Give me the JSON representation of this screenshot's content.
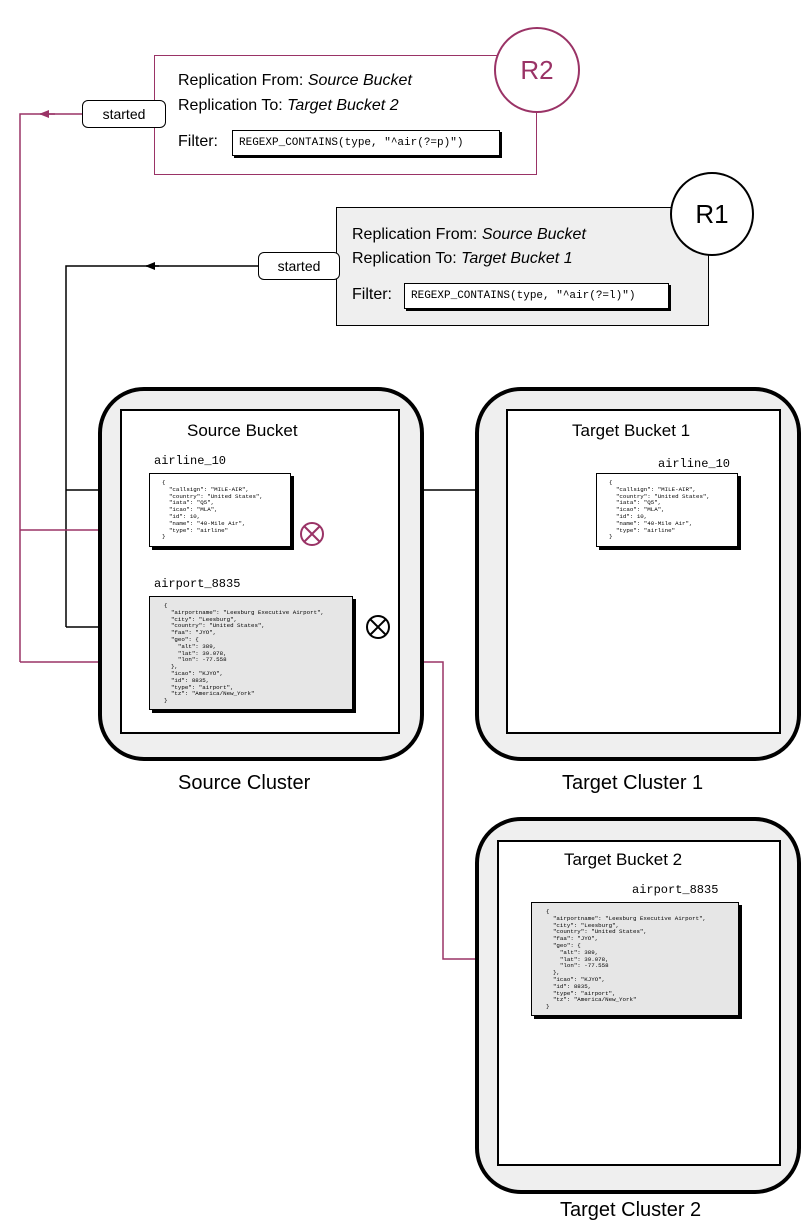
{
  "colors": {
    "primary": "#000000",
    "accent": "#9a3366",
    "panel": "#efefef"
  },
  "replications": {
    "r2": {
      "badge": "R2",
      "from_label": "Replication  From:",
      "from_value": "Source  Bucket",
      "to_label": "Replication  To:",
      "to_value": "Target Bucket 2",
      "filter_label": "Filter:",
      "filter_expr": "REGEXP_CONTAINS(type,  \"^air(?=p)\")",
      "status": "started"
    },
    "r1": {
      "badge": "R1",
      "from_label": "Replication  From:",
      "from_value": "Source  Bucket",
      "to_label": "Replication  To:",
      "to_value": "Target Bucket 1",
      "filter_label": "Filter:",
      "filter_expr": "REGEXP_CONTAINS(type,  \"^air(?=l)\")",
      "status": "started"
    }
  },
  "clusters": {
    "source": {
      "label": "Source Cluster",
      "bucket_title": "Source  Bucket",
      "docs": [
        {
          "name": "airline_10",
          "json": "{\n  \"callsign\": \"MILE-AIR\",\n  \"country\": \"United States\",\n  \"iata\": \"Q5\",\n  \"icao\": \"MLA\",\n  \"id\": 10,\n  \"name\": \"40-Mile Air\",\n  \"type\": \"airline\"\n}"
        },
        {
          "name": "airport_8835",
          "json": "{\n  \"airportname\": \"Leesburg Executive Airport\",\n  \"city\": \"Leesburg\",\n  \"country\": \"United States\",\n  \"faa\": \"JYO\",\n  \"geo\": {\n    \"alt\": 389,\n    \"lat\": 39.078,\n    \"lon\": -77.558\n  },\n  \"icao\": \"KJYO\",\n  \"id\": 8835,\n  \"type\": \"airport\",\n  \"tz\": \"America/New_York\"\n}"
        }
      ]
    },
    "target1": {
      "label": "Target Cluster 1",
      "bucket_title": "Target Bucket 1",
      "doc": {
        "name": "airline_10",
        "json": "{\n  \"callsign\": \"MILE-AIR\",\n  \"country\": \"United States\",\n  \"iata\": \"Q5\",\n  \"icao\": \"MLA\",\n  \"id\": 10,\n  \"name\": \"40-Mile Air\",\n  \"type\": \"airline\"\n}"
      }
    },
    "target2": {
      "label": "Target Cluster 2",
      "bucket_title": "Target Bucket 2",
      "doc": {
        "name": "airport_8835",
        "json": "{\n  \"airportname\": \"Leesburg Executive Airport\",\n  \"city\": \"Leesburg\",\n  \"country\": \"United States\",\n  \"faa\": \"JYO\",\n  \"geo\": {\n    \"alt\": 389,\n    \"lat\": 39.078,\n    \"lon\": -77.558\n  },\n  \"icao\": \"KJYO\",\n  \"id\": 8835,\n  \"type\": \"airport\",\n  \"tz\": \"America/New_York\"\n}"
      }
    }
  }
}
